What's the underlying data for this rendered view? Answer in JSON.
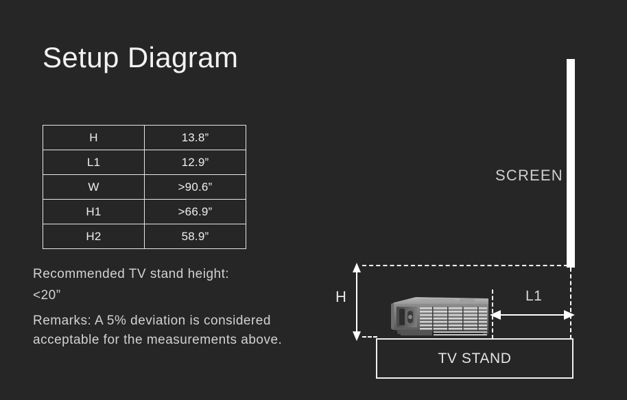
{
  "page": {
    "title": "Setup Diagram",
    "background_color": "#262626",
    "text_color": "#e8e8e8"
  },
  "spec_table": {
    "rows": [
      {
        "label": "H",
        "value": "13.8”"
      },
      {
        "label": "L1",
        "value": "12.9”"
      },
      {
        "label": "W",
        "value": ">90.6”"
      },
      {
        "label": "H1",
        "value": ">66.9”"
      },
      {
        "label": "H2",
        "value": "58.9”"
      }
    ]
  },
  "notes": {
    "recommended_label": "Recommended TV stand height:",
    "recommended_value": "<20”",
    "remarks": "Remarks: A 5% deviation is considered acceptable for the measurements above."
  },
  "diagram": {
    "screen_label": "SCREEN",
    "h_label": "H",
    "l1_label": "L1",
    "tv_stand_label": "TV STAND",
    "projector_name": "projector-device",
    "screen_color": "#ffffff",
    "line_color": "#ffffff"
  }
}
